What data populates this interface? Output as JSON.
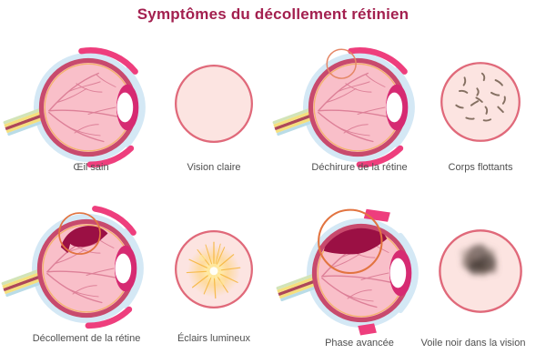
{
  "title": "Symptômes du décollement rétinien",
  "colors": {
    "title": "#a3204f",
    "label": "#4f4f4f",
    "halo": "#d4e8f5",
    "eye_ring": "#c84a6d",
    "eye_interior": "#f9bfc9",
    "inner_ring": "#f3b163",
    "vessels": "#dd8098",
    "iris": "#d62a72",
    "lens": "#ffffff",
    "accent_magenta": "#ee3e7d",
    "detachment": "#9b1044",
    "highlight_orange": "#e27440",
    "tear_outline": "#e58767",
    "vision_fill": "#fce4e1",
    "vision_border": "#e0697a",
    "floaters": "#857062",
    "flash": "#f6b53a",
    "veil": "#4e413c"
  },
  "panels": [
    {
      "id": "healthy",
      "eye_label": "Œil sain",
      "vision_label": "Vision claire"
    },
    {
      "id": "tear",
      "eye_label": "Déchirure de la rétine",
      "vision_label": "Corps flottants"
    },
    {
      "id": "detachment",
      "eye_label": "Décollement de la rétine",
      "vision_label": "Éclairs lumineux"
    },
    {
      "id": "advanced",
      "eye_label": "Phase avancée",
      "vision_label": "Voile noir dans la vision"
    }
  ]
}
